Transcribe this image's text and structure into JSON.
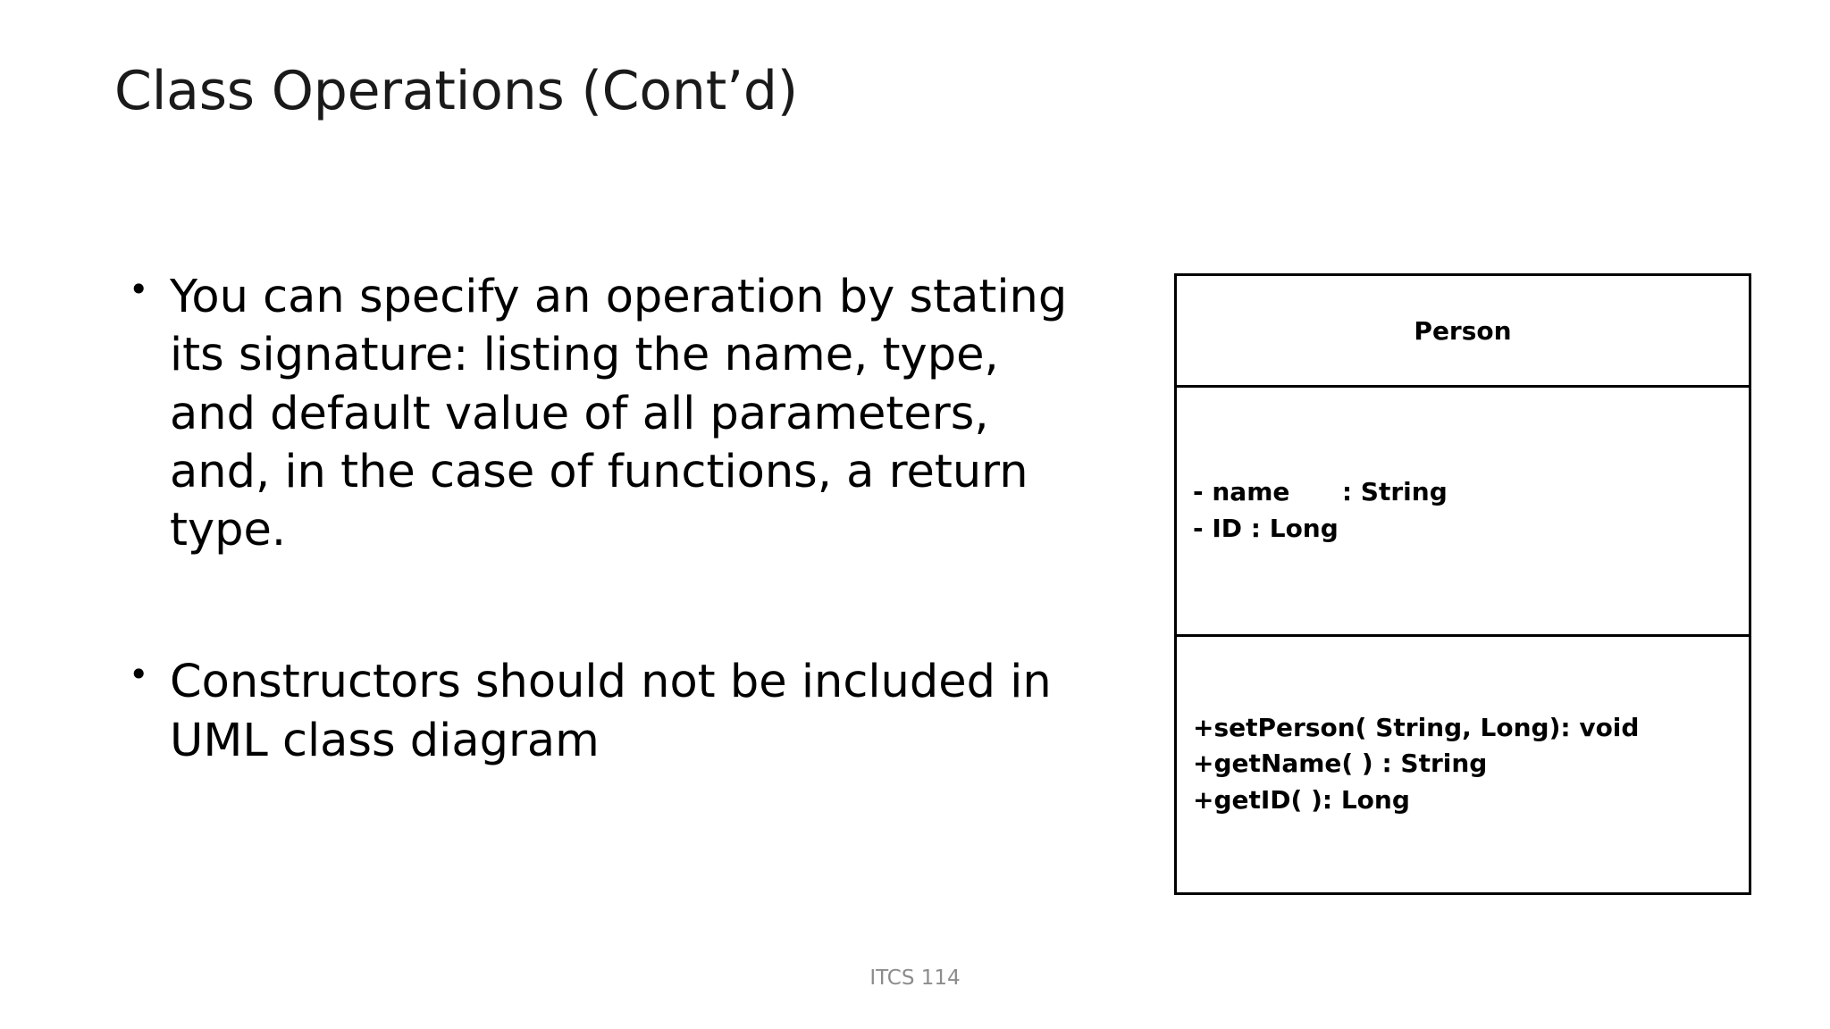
{
  "slide": {
    "title": "Class Operations (Cont’d)",
    "footer": "ITCS 114",
    "bullet_marker": "•",
    "bullets": [
      {
        "text": "You can specify an operation by stating its signature: listing the name, type, and default value of all parameters, and, in the case of functions, a return type."
      },
      {
        "text": "Constructors should not be included in UML class diagram"
      }
    ]
  },
  "uml_class": {
    "name": "Person",
    "attributes": [
      "- name      : String",
      "- ID : Long"
    ],
    "operations": [
      "+setPerson( String, Long): void",
      "+getName( ) : String",
      "+getID( ): Long"
    ]
  },
  "colors": {
    "background": "#ffffff",
    "text": "#000000",
    "title": "#1a1a1a",
    "footer": "#8c8c8c",
    "box_border": "#000000"
  }
}
